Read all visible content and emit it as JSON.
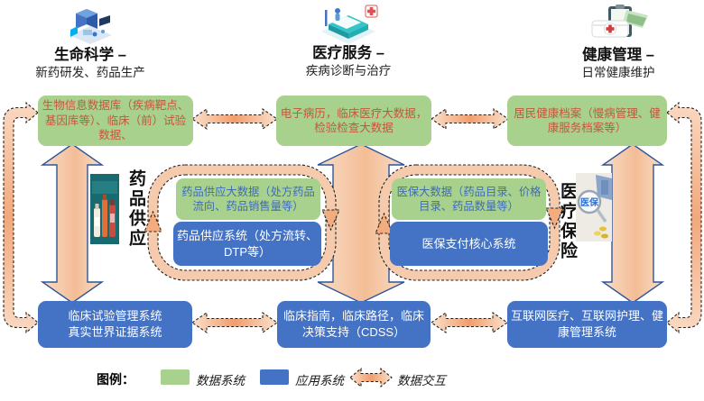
{
  "header": {
    "sectors": [
      {
        "title": "生命科学 –",
        "subtitle": "新药研发、药品生产",
        "icon": "lab-isometric-icon"
      },
      {
        "title": "医疗服务 –",
        "subtitle": "疾病诊断与治疗",
        "icon": "hospital-isometric-icon"
      },
      {
        "title": "健康管理 –",
        "subtitle": "日常健康维护",
        "icon": "clipboard-medkit-icon"
      }
    ]
  },
  "data_systems_row": {
    "life_science": "生物信息数据库（疾病靶点、基因库等）、临床（前）试验数据、",
    "medical_service": "电子病历，临床医疗大数据，检验检查大数据",
    "health_management": "居民健康档案（慢病管理、健康服务档案等）"
  },
  "drug_supply_loop": {
    "label": "药品供应",
    "data_system": "药品供应大数据（处方药品流向、药品销售量等）",
    "app_system": "药品供应系统（处方流转、DTP等）"
  },
  "insurance_loop": {
    "label": "医疗保险",
    "image_text": "医保",
    "data_system": "医保大数据（药品目录、价格目录、药品数量等）",
    "app_system": "医保支付核心系统"
  },
  "app_systems_row": {
    "life_science_line1": "临床试验管理系统",
    "life_science_line2": "真实世界证据系统",
    "medical_service": "临床指南，临床路径，临床决策支持（CDSS）",
    "health_management": "互联网医疗、互联网护理、健康管理系统"
  },
  "legend": {
    "title": "图例：",
    "items": [
      {
        "swatch": "green",
        "label": "数据系统"
      },
      {
        "swatch": "blue",
        "label": "应用系统"
      },
      {
        "swatch": "arrow",
        "label": "数据交互"
      }
    ]
  },
  "colors": {
    "data_system_fill": "#A9D18E",
    "app_system_fill": "#4472C4",
    "arrow_band_fill": "#F6CBAD",
    "arrow_accent": "#F0A070",
    "block_arrow_outline": "#2F5597",
    "data_row_text": "#C3573B",
    "loop_data_text": "#3E6CB5"
  }
}
